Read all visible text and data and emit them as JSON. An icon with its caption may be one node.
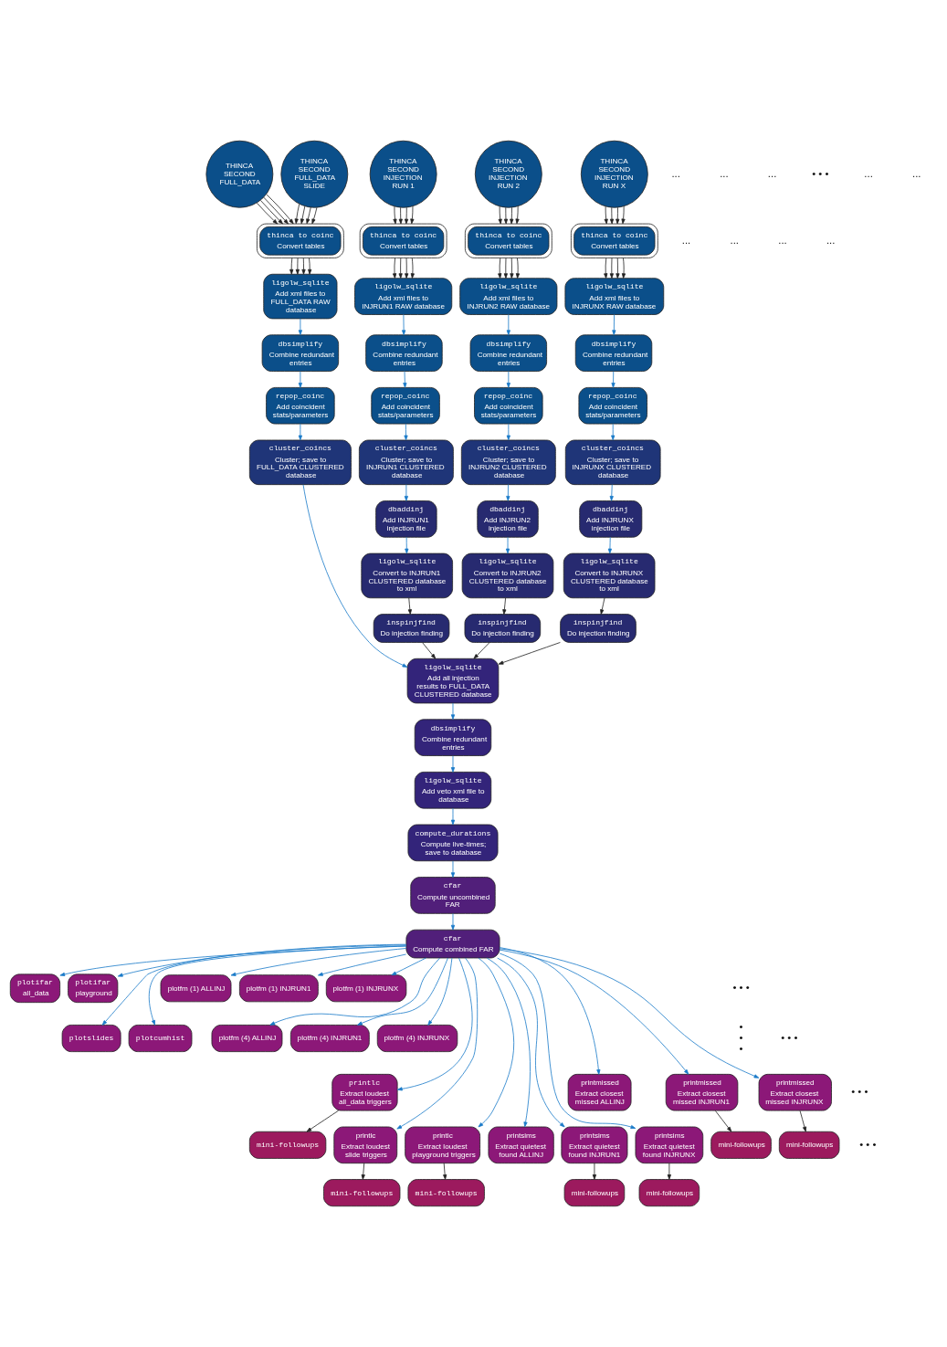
{
  "diagram": {
    "nodes": [
      {
        "text": [
          "THINCA SECOND FULL_DATA"
        ]
      },
      {
        "text": [
          "THINCA SECOND FULL_DATA SLIDE"
        ]
      },
      {
        "text": [
          "THINCA SECOND INJECTION RUN 1"
        ]
      },
      {
        "text": [
          "THINCA SECOND INJECTION RUN 2"
        ]
      },
      {
        "text": [
          "THINCA SECOND INJECTION RUN X"
        ]
      },
      {
        "text": [
          "thinca to coinc",
          "Convert tables"
        ]
      },
      {
        "text": [
          "thinca to coinc",
          "Convert tables"
        ]
      },
      {
        "text": [
          "thinca to coinc",
          "Convert tables"
        ]
      },
      {
        "text": [
          "thinca to coinc",
          "Convert tables"
        ]
      },
      {
        "text": [
          "ligolw_sqlite",
          "Add xml files to FULL_DATA RAW database"
        ]
      },
      {
        "text": [
          "ligolw_sqlite",
          "Add xml files to INJRUN1 RAW database"
        ]
      },
      {
        "text": [
          "ligolw_sqlite",
          "Add xml files to INJRUN2 RAW database"
        ]
      },
      {
        "text": [
          "ligolw_sqlite",
          "Add xml files to INJRUNX RAW database"
        ]
      },
      {
        "text": [
          "dbsimplify",
          "Combine redundant entries"
        ]
      },
      {
        "text": [
          "dbsimplify",
          "Combine redundant entries"
        ]
      },
      {
        "text": [
          "dbsimplify",
          "Combine redundant entries"
        ]
      },
      {
        "text": [
          "dbsimplify",
          "Combine redundant entries"
        ]
      },
      {
        "text": [
          "repop_coinc",
          "Add coincident stats/parameters"
        ]
      },
      {
        "text": [
          "repop_coinc",
          "Add coincident stats/parameters"
        ]
      },
      {
        "text": [
          "repop_coinc",
          "Add coincident stats/parameters"
        ]
      },
      {
        "text": [
          "repop_coinc",
          "Add coincident stats/parameters"
        ]
      },
      {
        "text": [
          "cluster_coincs",
          "Cluster; save to FULL_DATA CLUSTERED database"
        ]
      },
      {
        "text": [
          "cluster_coincs",
          "Cluster; save to INJRUN1 CLUSTERED database"
        ]
      },
      {
        "text": [
          "cluster_coincs",
          "Cluster; save to INJRUN2 CLUSTERED database"
        ]
      },
      {
        "text": [
          "cluster_coincs",
          "Cluster; save to INJRUNX CLUSTERED database"
        ]
      },
      {
        "text": [
          "dbaddinj",
          "Add INJRUN1 injection file"
        ]
      },
      {
        "text": [
          "dbaddinj",
          "Add INJRUN2 injection file"
        ]
      },
      {
        "text": [
          "dbaddinj",
          "Add INJRUNX injection file"
        ]
      },
      {
        "text": [
          "ligolw_sqlite",
          "Convert to INJRUN1 CLUSTERED database to xml"
        ]
      },
      {
        "text": [
          "ligolw_sqlite",
          "Convert to INJRUN2 CLUSTERED database to xml"
        ]
      },
      {
        "text": [
          "ligolw_sqlite",
          "Convert to INJRUNX CLUSTERED database to xml"
        ]
      },
      {
        "text": [
          "inspinjfind",
          "Do injection finding"
        ]
      },
      {
        "text": [
          "inspinjfind",
          "Do injection finding"
        ]
      },
      {
        "text": [
          "inspinjfind",
          "Do injection finding"
        ]
      },
      {
        "text": [
          "ligolw_sqlite",
          "Add all injection results to FULL_DATA CLUSTERED database"
        ]
      },
      {
        "text": [
          "dbsimplify",
          "Combine redundant entries"
        ]
      },
      {
        "text": [
          "ligolw_sqlite",
          "Add veto xml file to database"
        ]
      },
      {
        "text": [
          "compute_durations",
          "Compute live-times; save to database"
        ]
      },
      {
        "text": [
          "cfar",
          "Compute uncombined FAR"
        ]
      },
      {
        "text": [
          "cfar",
          "Compute combined FAR"
        ]
      },
      {
        "text": [
          "plotifar",
          "all_data"
        ]
      },
      {
        "text": [
          "plotifar",
          "playground"
        ]
      },
      {
        "text": [
          "plotslides"
        ]
      },
      {
        "text": [
          "plotcumhist"
        ]
      },
      {
        "text": [
          "plotfm (1) ALLINJ"
        ]
      },
      {
        "text": [
          "plotfm (1) INJRUN1"
        ]
      },
      {
        "text": [
          "plotfm (1) INJRUNX"
        ]
      },
      {
        "text": [
          "plotfm (4) ALLINJ"
        ]
      },
      {
        "text": [
          "plotfm (4) INJRUN1"
        ]
      },
      {
        "text": [
          "plotfm (4) INJRUNX"
        ]
      },
      {
        "text": [
          "printlc",
          "Extract loudest all_data triggers"
        ]
      },
      {
        "text": [
          "mini-followups"
        ]
      },
      {
        "text": [
          "printlc",
          "Extract loudest slide triggers"
        ]
      },
      {
        "text": [
          "mini-followups"
        ]
      },
      {
        "text": [
          "printlc",
          "Extract loudest playground triggers"
        ]
      },
      {
        "text": [
          "mini-followups"
        ]
      },
      {
        "text": [
          "printsims",
          "Extract quietest found ALLINJ"
        ]
      },
      {
        "text": [
          "printsims",
          "Extract quietest found INJRUN1"
        ]
      },
      {
        "text": [
          "mini-followups"
        ]
      },
      {
        "text": [
          "printsims",
          "Extract quietest found INJRUNX"
        ]
      },
      {
        "text": [
          "mini-followups"
        ]
      },
      {
        "text": [
          "printmissed",
          "Extract closest missed ALLINJ"
        ]
      },
      {
        "text": [
          "printmissed",
          "Extract closest missed INJRUN1"
        ]
      },
      {
        "text": [
          "mini-followups"
        ]
      },
      {
        "text": [
          "printmissed",
          "Extract closest missed INJRUNX"
        ]
      },
      {
        "text": [
          "mini-followups"
        ]
      }
    ],
    "edges": [
      {
        "from": 0,
        "to": 5,
        "arrow": "to"
      },
      {
        "from": 0,
        "to": 5,
        "arrow": "to"
      },
      {
        "from": 0,
        "to": 5,
        "arrow": "to"
      },
      {
        "from": 0,
        "to": 5,
        "arrow": "to"
      },
      {
        "from": 1,
        "to": 5,
        "arrow": "to"
      },
      {
        "from": 1,
        "to": 5,
        "arrow": "to"
      },
      {
        "from": 1,
        "to": 5,
        "arrow": "to"
      },
      {
        "from": 1,
        "to": 5,
        "arrow": "to"
      },
      {
        "from": 2,
        "to": 6,
        "arrow": "to"
      },
      {
        "from": 2,
        "to": 6,
        "arrow": "to"
      },
      {
        "from": 2,
        "to": 6,
        "arrow": "to"
      },
      {
        "from": 2,
        "to": 6,
        "arrow": "to"
      },
      {
        "from": 3,
        "to": 7,
        "arrow": "to"
      },
      {
        "from": 3,
        "to": 7,
        "arrow": "to"
      },
      {
        "from": 3,
        "to": 7,
        "arrow": "to"
      },
      {
        "from": 3,
        "to": 7,
        "arrow": "to"
      },
      {
        "from": 4,
        "to": 8,
        "arrow": "to"
      },
      {
        "from": 4,
        "to": 8,
        "arrow": "to"
      },
      {
        "from": 4,
        "to": 8,
        "arrow": "to"
      },
      {
        "from": 4,
        "to": 8,
        "arrow": "to"
      },
      {
        "from": 5,
        "to": 9,
        "arrow": "to"
      },
      {
        "from": 5,
        "to": 9,
        "arrow": "to"
      },
      {
        "from": 5,
        "to": 9,
        "arrow": "to"
      },
      {
        "from": 5,
        "to": 9,
        "arrow": "to"
      },
      {
        "from": 6,
        "to": 10,
        "arrow": "to"
      },
      {
        "from": 6,
        "to": 10,
        "arrow": "to"
      },
      {
        "from": 6,
        "to": 10,
        "arrow": "to"
      },
      {
        "from": 6,
        "to": 10,
        "arrow": "to"
      },
      {
        "from": 7,
        "to": 11,
        "arrow": "to"
      },
      {
        "from": 7,
        "to": 11,
        "arrow": "to"
      },
      {
        "from": 7,
        "to": 11,
        "arrow": "to"
      },
      {
        "from": 7,
        "to": 11,
        "arrow": "to"
      },
      {
        "from": 8,
        "to": 12,
        "arrow": "to"
      },
      {
        "from": 8,
        "to": 12,
        "arrow": "to"
      },
      {
        "from": 8,
        "to": 12,
        "arrow": "to"
      },
      {
        "from": 8,
        "to": 12,
        "arrow": "to"
      },
      {
        "from": 9,
        "to": 13,
        "arrow": "to",
        "color": "#1a7ac8"
      },
      {
        "from": 13,
        "to": 17,
        "arrow": "to",
        "color": "#1a7ac8"
      },
      {
        "from": 17,
        "to": 21,
        "arrow": "to",
        "color": "#1a7ac8"
      },
      {
        "from": 21,
        "to": 34,
        "arrow": "to",
        "color": "#1a7ac8"
      },
      {
        "from": 10,
        "to": 14,
        "arrow": "to",
        "color": "#1a7ac8"
      },
      {
        "from": 14,
        "to": 18,
        "arrow": "to",
        "color": "#1a7ac8"
      },
      {
        "from": 18,
        "to": 22,
        "arrow": "to",
        "color": "#1a7ac8"
      },
      {
        "from": 22,
        "to": 25,
        "arrow": "to",
        "color": "#1a7ac8"
      },
      {
        "from": 25,
        "to": 28,
        "arrow": "to",
        "color": "#1a7ac8"
      },
      {
        "from": 28,
        "to": 31,
        "arrow": "to"
      },
      {
        "from": 31,
        "to": 34,
        "arrow": "to"
      },
      {
        "from": 11,
        "to": 15,
        "arrow": "to",
        "color": "#1a7ac8"
      },
      {
        "from": 15,
        "to": 19,
        "arrow": "to",
        "color": "#1a7ac8"
      },
      {
        "from": 19,
        "to": 23,
        "arrow": "to",
        "color": "#1a7ac8"
      },
      {
        "from": 23,
        "to": 26,
        "arrow": "to",
        "color": "#1a7ac8"
      },
      {
        "from": 26,
        "to": 29,
        "arrow": "to",
        "color": "#1a7ac8"
      },
      {
        "from": 29,
        "to": 32,
        "arrow": "to"
      },
      {
        "from": 32,
        "to": 34,
        "arrow": "to"
      },
      {
        "from": 12,
        "to": 16,
        "arrow": "to",
        "color": "#1a7ac8"
      },
      {
        "from": 16,
        "to": 20,
        "arrow": "to",
        "color": "#1a7ac8"
      },
      {
        "from": 20,
        "to": 24,
        "arrow": "to",
        "color": "#1a7ac8"
      },
      {
        "from": 24,
        "to": 27,
        "arrow": "to",
        "color": "#1a7ac8"
      },
      {
        "from": 27,
        "to": 30,
        "arrow": "to",
        "color": "#1a7ac8"
      },
      {
        "from": 30,
        "to": 33,
        "arrow": "to"
      },
      {
        "from": 33,
        "to": 34,
        "arrow": "to"
      },
      {
        "from": 34,
        "to": 35,
        "arrow": "to",
        "color": "#1a7ac8"
      },
      {
        "from": 35,
        "to": 36,
        "arrow": "to",
        "color": "#1a7ac8"
      },
      {
        "from": 36,
        "to": 37,
        "arrow": "to",
        "color": "#1a7ac8"
      },
      {
        "from": 37,
        "to": 38,
        "arrow": "to",
        "color": "#1a7ac8"
      },
      {
        "from": 38,
        "to": 39,
        "arrow": "to",
        "color": "#1a7ac8"
      },
      {
        "from": 39,
        "to": 40,
        "arrow": "to",
        "color": "#1a7ac8"
      },
      {
        "from": 39,
        "to": 41,
        "arrow": "to",
        "color": "#1a7ac8"
      },
      {
        "from": 39,
        "to": 42,
        "arrow": "to",
        "color": "#1a7ac8"
      },
      {
        "from": 39,
        "to": 43,
        "arrow": "to",
        "color": "#1a7ac8"
      },
      {
        "from": 39,
        "to": 44,
        "arrow": "to",
        "color": "#1a7ac8"
      },
      {
        "from": 39,
        "to": 45,
        "arrow": "to",
        "color": "#1a7ac8"
      },
      {
        "from": 39,
        "to": 46,
        "arrow": "to",
        "color": "#1a7ac8"
      },
      {
        "from": 39,
        "to": 47,
        "arrow": "to",
        "color": "#1a7ac8"
      },
      {
        "from": 39,
        "to": 48,
        "arrow": "to",
        "color": "#1a7ac8"
      },
      {
        "from": 39,
        "to": 49,
        "arrow": "to",
        "color": "#1a7ac8"
      },
      {
        "from": 39,
        "to": 50,
        "arrow": "to",
        "color": "#1a7ac8"
      },
      {
        "from": 39,
        "to": 52,
        "arrow": "to",
        "color": "#1a7ac8"
      },
      {
        "from": 39,
        "to": 54,
        "arrow": "to",
        "color": "#1a7ac8"
      },
      {
        "from": 39,
        "to": 56,
        "arrow": "to",
        "color": "#1a7ac8"
      },
      {
        "from": 39,
        "to": 57,
        "arrow": "to",
        "color": "#1a7ac8"
      },
      {
        "from": 39,
        "to": 59,
        "arrow": "to",
        "color": "#1a7ac8"
      },
      {
        "from": 39,
        "to": 61,
        "arrow": "to",
        "color": "#1a7ac8"
      },
      {
        "from": 39,
        "to": 62,
        "arrow": "to",
        "color": "#1a7ac8"
      },
      {
        "from": 39,
        "to": 64,
        "arrow": "to",
        "color": "#1a7ac8"
      },
      {
        "from": 50,
        "to": 51,
        "arrow": "to"
      },
      {
        "from": 52,
        "to": 53,
        "arrow": "to"
      },
      {
        "from": 54,
        "to": 55,
        "arrow": "to"
      },
      {
        "from": 57,
        "to": 58,
        "arrow": "to"
      },
      {
        "from": 59,
        "to": 60,
        "arrow": "to"
      },
      {
        "from": 62,
        "to": 63,
        "arrow": "to"
      },
      {
        "from": 64,
        "to": 65,
        "arrow": "to"
      }
    ],
    "labels": [
      "...",
      "...",
      "...",
      "• • •",
      "...",
      "...",
      "...",
      "...",
      "...",
      "...",
      "• • •",
      "•\n•\n•",
      "• • •",
      "• • •",
      "• • •"
    ]
  }
}
